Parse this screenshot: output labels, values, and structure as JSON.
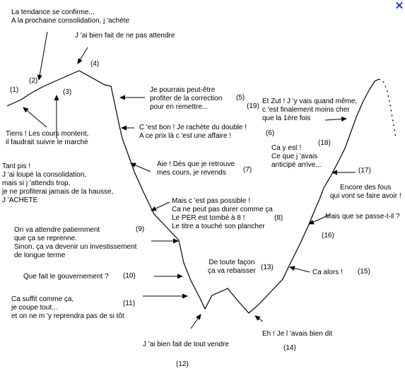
{
  "close_icon": "close-icon",
  "accent_color": "#1a3fc8",
  "phases": [
    {
      "num": "(1)",
      "text": ""
    },
    {
      "num": "(2)",
      "text": "La tendance se confirme...\nA la prochaine consolidation, j 'achète"
    },
    {
      "num": "(3)",
      "text": "Tiens ! Les cours montent,\nil faudrait suivre le marché"
    },
    {
      "num": "(4)",
      "text": "J 'ai bien fait de ne pas attendre"
    },
    {
      "num": "(5)",
      "text": "Je pourrais peut-être\nprofiter de la correction\npour en remettre..."
    },
    {
      "num": "(6)",
      "text": "C 'est bon ! Je rachète du double !\nA ce prix là c 'est une affaire !"
    },
    {
      "num": "(7)",
      "text": "Aie ! Dès que je retrouve\nmes cours, je revends"
    },
    {
      "num": "(8)",
      "text": "Mais c 'est pas possible !\nCa ne peut pas durer comme ça\nLe PER est tombé à 8 !\nLe titre a touché son plancher"
    },
    {
      "num": "(9)",
      "text": "On va attendre patiemment\nque ça se reprenne.\nSinon, ça va devenir un investissement\nde longue terme"
    },
    {
      "num": "(10)",
      "text": "Que fait le gouvernement ?"
    },
    {
      "num": "(11)",
      "text": "Ca suffit comme ça,\nje coupe tout...\net on ne m 'y reprendra pas de si tôt"
    },
    {
      "num": "(12)",
      "text": "J 'ai bien fait de tout vendre"
    },
    {
      "num": "(13)",
      "text": "De toute façon\nça va rebaisser"
    },
    {
      "num": "(14)",
      "text": "Eh ! Je l 'avais bien dit"
    },
    {
      "num": "(15)",
      "text": "Ca alors !"
    },
    {
      "num": "(16)",
      "text": "Mais que se passe-t-il ?"
    },
    {
      "num": "(17)",
      "text": "Encore des fous\nqui vont se faire avoir !"
    },
    {
      "num": "(18)",
      "text": "Ca y est !\nCe que j 'avais\nanticipé arrive..."
    },
    {
      "num": "(19)",
      "text": "Et Zut ! J 'y vais quand même,\nc 'est finalement moins cher\nque la 1ère fois"
    }
  ],
  "extra_text": "Tant pis !\nJ 'ai loupé la consolidation,\nmais si j 'attends trop,\nje ne profiterai jamais de la hausse,\nJ 'ACHETE"
}
